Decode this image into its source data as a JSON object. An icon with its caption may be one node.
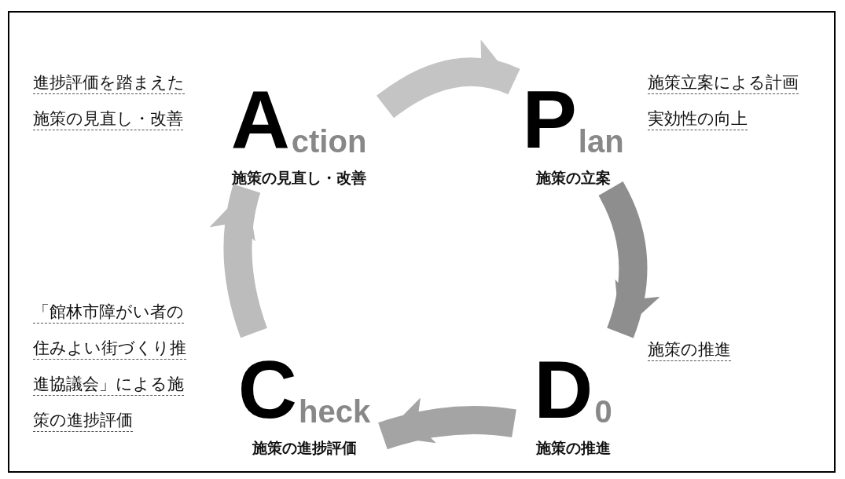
{
  "diagram": {
    "nodes": [
      {
        "text": [
          "Action",
          "施策の見直し・改善"
        ],
        "beside": [
          "進捗評価を踏まえた施策の見直し・改善"
        ]
      },
      {
        "text": [
          "Plan",
          "施策の立案"
        ],
        "beside": [
          "施策立案による計画実効性の向上"
        ]
      },
      {
        "text": [
          "D0",
          "施策の推進"
        ],
        "beside": [
          "施策の推進"
        ]
      },
      {
        "text": [
          "Check",
          "施策の進捗評価"
        ],
        "beside": [
          "「館林市障がい者の住みよい街づくり推進協議会」による施策の進捗評価"
        ]
      }
    ],
    "edges": [
      {
        "from": 0,
        "to": 1,
        "arrow": "to"
      },
      {
        "from": 1,
        "to": 2,
        "arrow": "to"
      },
      {
        "from": 2,
        "to": 3,
        "arrow": "to"
      },
      {
        "from": 3,
        "to": 0,
        "arrow": "to"
      }
    ]
  }
}
